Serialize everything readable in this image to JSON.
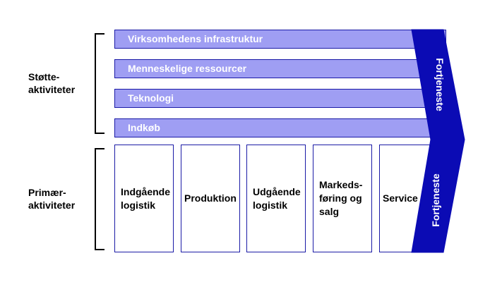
{
  "support": {
    "label": "Støtte-\naktiviteter",
    "activities": [
      {
        "label": "Virksomhedens infrastruktur"
      },
      {
        "label": "Menneskelige ressourcer"
      },
      {
        "label": "Teknologi"
      },
      {
        "label": "Indkøb"
      }
    ]
  },
  "primary": {
    "label": "Primær-\naktiviteter",
    "activities": [
      {
        "label": "Indgående\nlogistik"
      },
      {
        "label": "Produktion"
      },
      {
        "label": "Udgående\nlogistik"
      },
      {
        "label": "Markeds-\nføring og\nsalg"
      },
      {
        "label": "Service"
      }
    ]
  },
  "margin": {
    "top_label": "Fortjeneste",
    "bottom_label": "Fortjeneste"
  },
  "colors": {
    "support_fill": "#9f9ef3",
    "border": "#1a1aa6",
    "margin_fill": "#0b0bb4"
  }
}
